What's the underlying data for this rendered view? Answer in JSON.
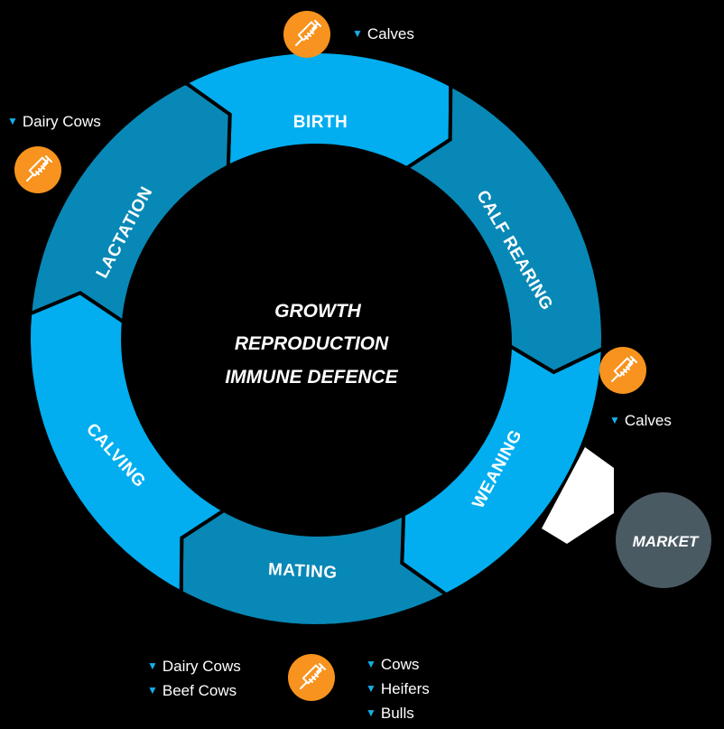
{
  "center": {
    "line1": "GROWTH",
    "line2": "REPRODUCTION",
    "line3": "IMMUNE DEFENCE"
  },
  "segments": {
    "birth": "BIRTH",
    "calf_rearing": "CALF REARING",
    "weaning": "WEANING",
    "mating": "MATING",
    "calving": "CALVING",
    "lactation": "LACTATION"
  },
  "market": "MARKET",
  "notes": {
    "top": [
      "Calves"
    ],
    "left": [
      "Dairy Cows"
    ],
    "right": [
      "Calves"
    ],
    "bottom_left": [
      "Dairy Cows",
      "Beef Cows"
    ],
    "bottom_right": [
      "Cows",
      "Heifers",
      "Bulls"
    ]
  },
  "icons": {
    "vaccine": "syringe-icon",
    "bullet": "triangle-down-icon"
  },
  "colors": {
    "light_blue": "#02aeef",
    "dark_blue": "#0888b6",
    "orange": "#f7931e",
    "market_gray": "#4a5a63",
    "background": "#000000"
  }
}
